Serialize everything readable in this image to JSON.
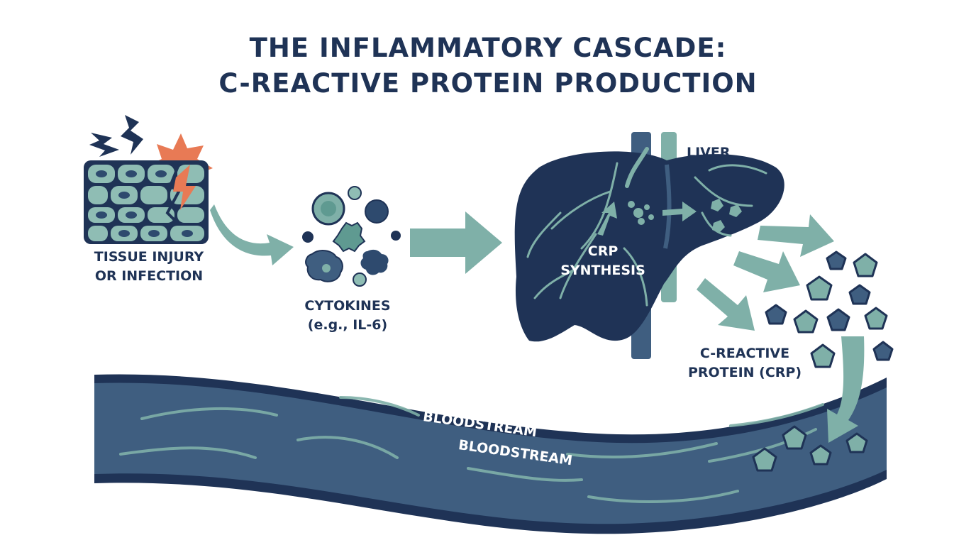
{
  "title": {
    "line1": "THE INFLAMMATORY CASCADE:",
    "line2": "C-REACTIVE PROTEIN PRODUCTION"
  },
  "labels": {
    "injury_line1": "TISSUE INJURY",
    "injury_line2": "OR INFECTION",
    "cytokines_line1": "CYTOKINES",
    "cytokines_line2": "(e.g., IL-6)",
    "liver": "LIVER",
    "synthesis_line1": "CRP",
    "synthesis_line2": "SYNTHESIS",
    "crp_line1": "C-REACTIVE",
    "crp_line2": "PROTEIN (CRP)",
    "bloodstream_left": "BLOODSTREAM",
    "bloodstream_right": "BLOODSTREAM"
  },
  "colors": {
    "navy": "#1f3356",
    "teal": "#7fb0a8",
    "vessel": "#3f5e80",
    "injury": "#e87a55"
  },
  "icons": [
    "lightning-bolt-icon",
    "starburst-icon",
    "cell-tissue-icon",
    "cytokine-molecule-icon",
    "liver-organ-icon",
    "crp-pentagon-icon",
    "flow-arrow-icon"
  ]
}
